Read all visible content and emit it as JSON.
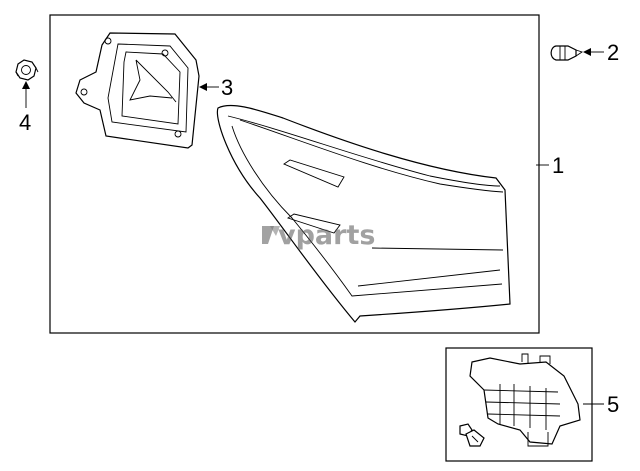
{
  "callouts": {
    "c1": "1",
    "c2": "2",
    "c3": "3",
    "c4": "4",
    "c5": "5"
  },
  "watermark": "vparts"
}
